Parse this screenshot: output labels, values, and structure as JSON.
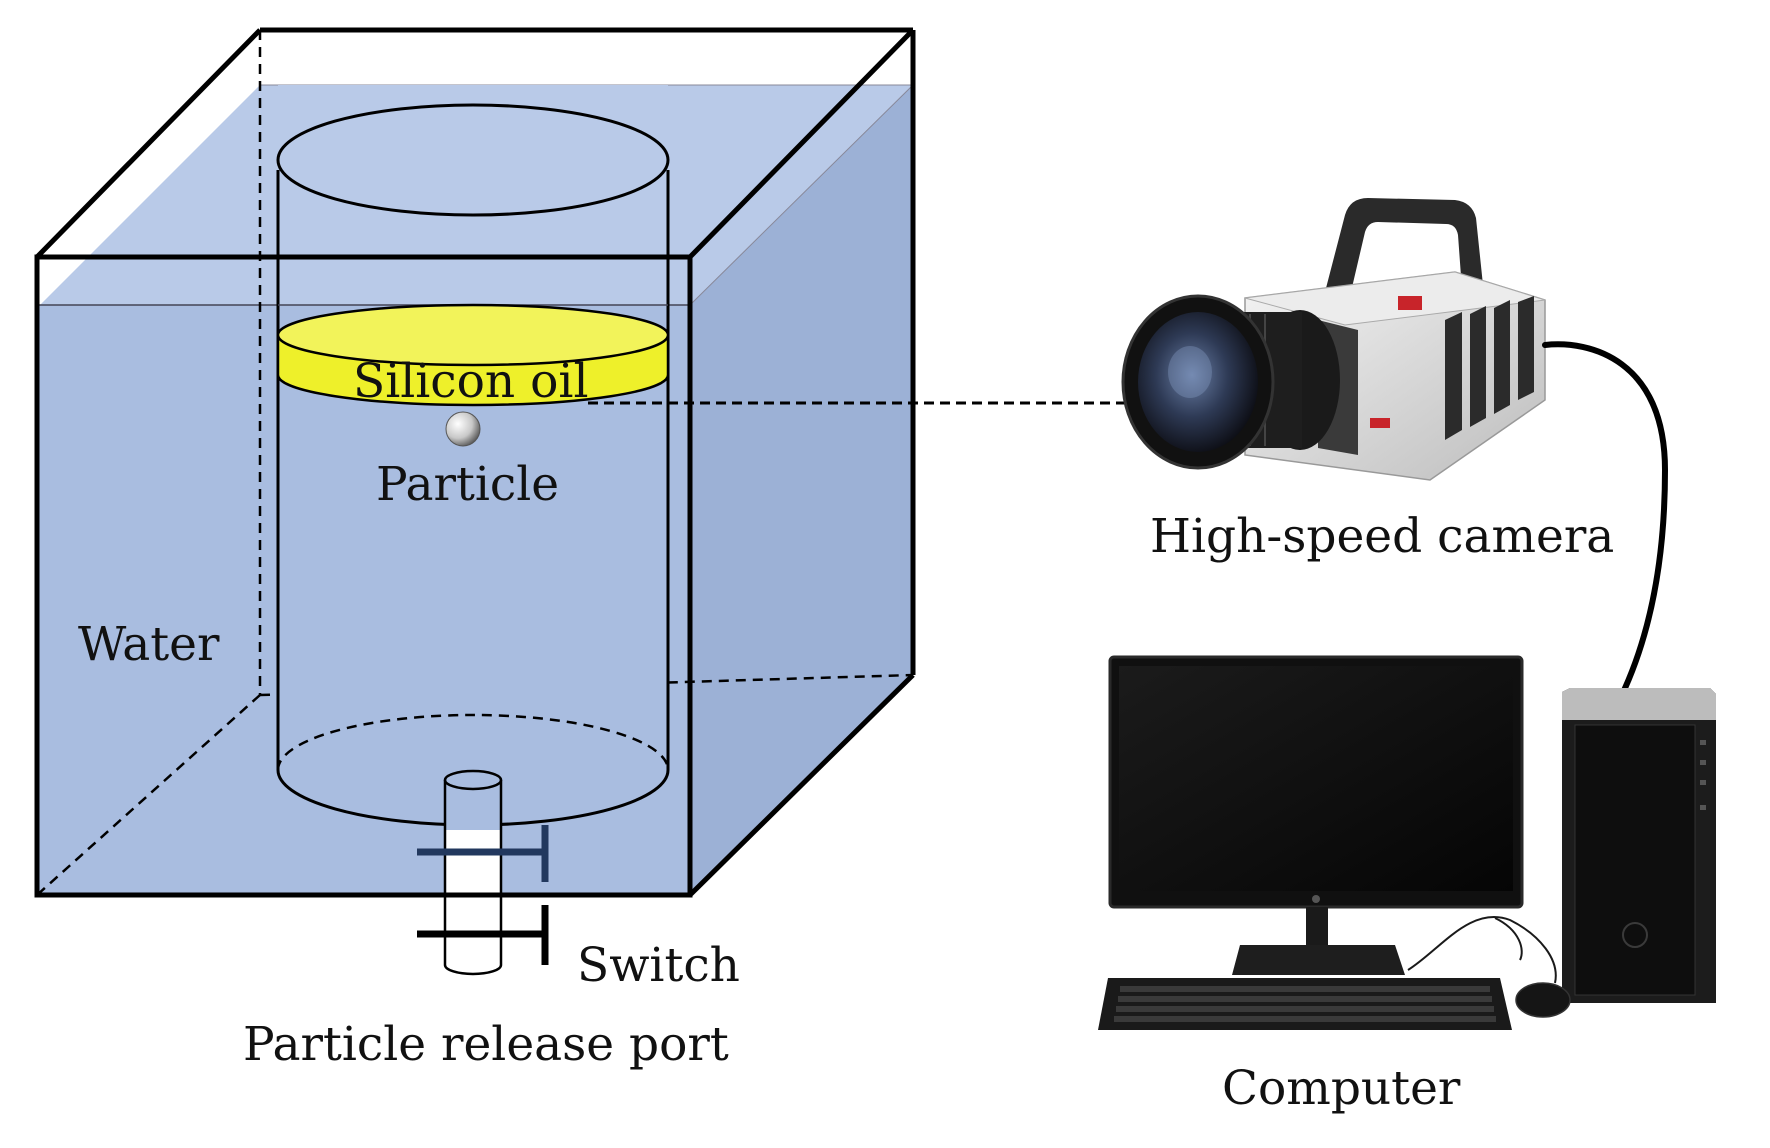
{
  "labels": {
    "silicon_oil": "Silicon oil",
    "particle": "Particle",
    "water": "Water",
    "switch": "Switch",
    "release_port": "Particle release port",
    "camera": "High-speed camera",
    "computer": "Computer"
  },
  "colors": {
    "water": "#a9bde0",
    "water_top": "#b9cae8",
    "water_side": "#9cb1d6",
    "silicon_oil": "#eef02a",
    "switch_upper": "#22385e",
    "outline": "#000000"
  },
  "icons": {
    "camera": "high-speed-camera-icon",
    "monitor": "monitor-icon",
    "tower": "pc-tower-icon",
    "keyboard": "keyboard-icon",
    "mouse": "mouse-icon"
  }
}
